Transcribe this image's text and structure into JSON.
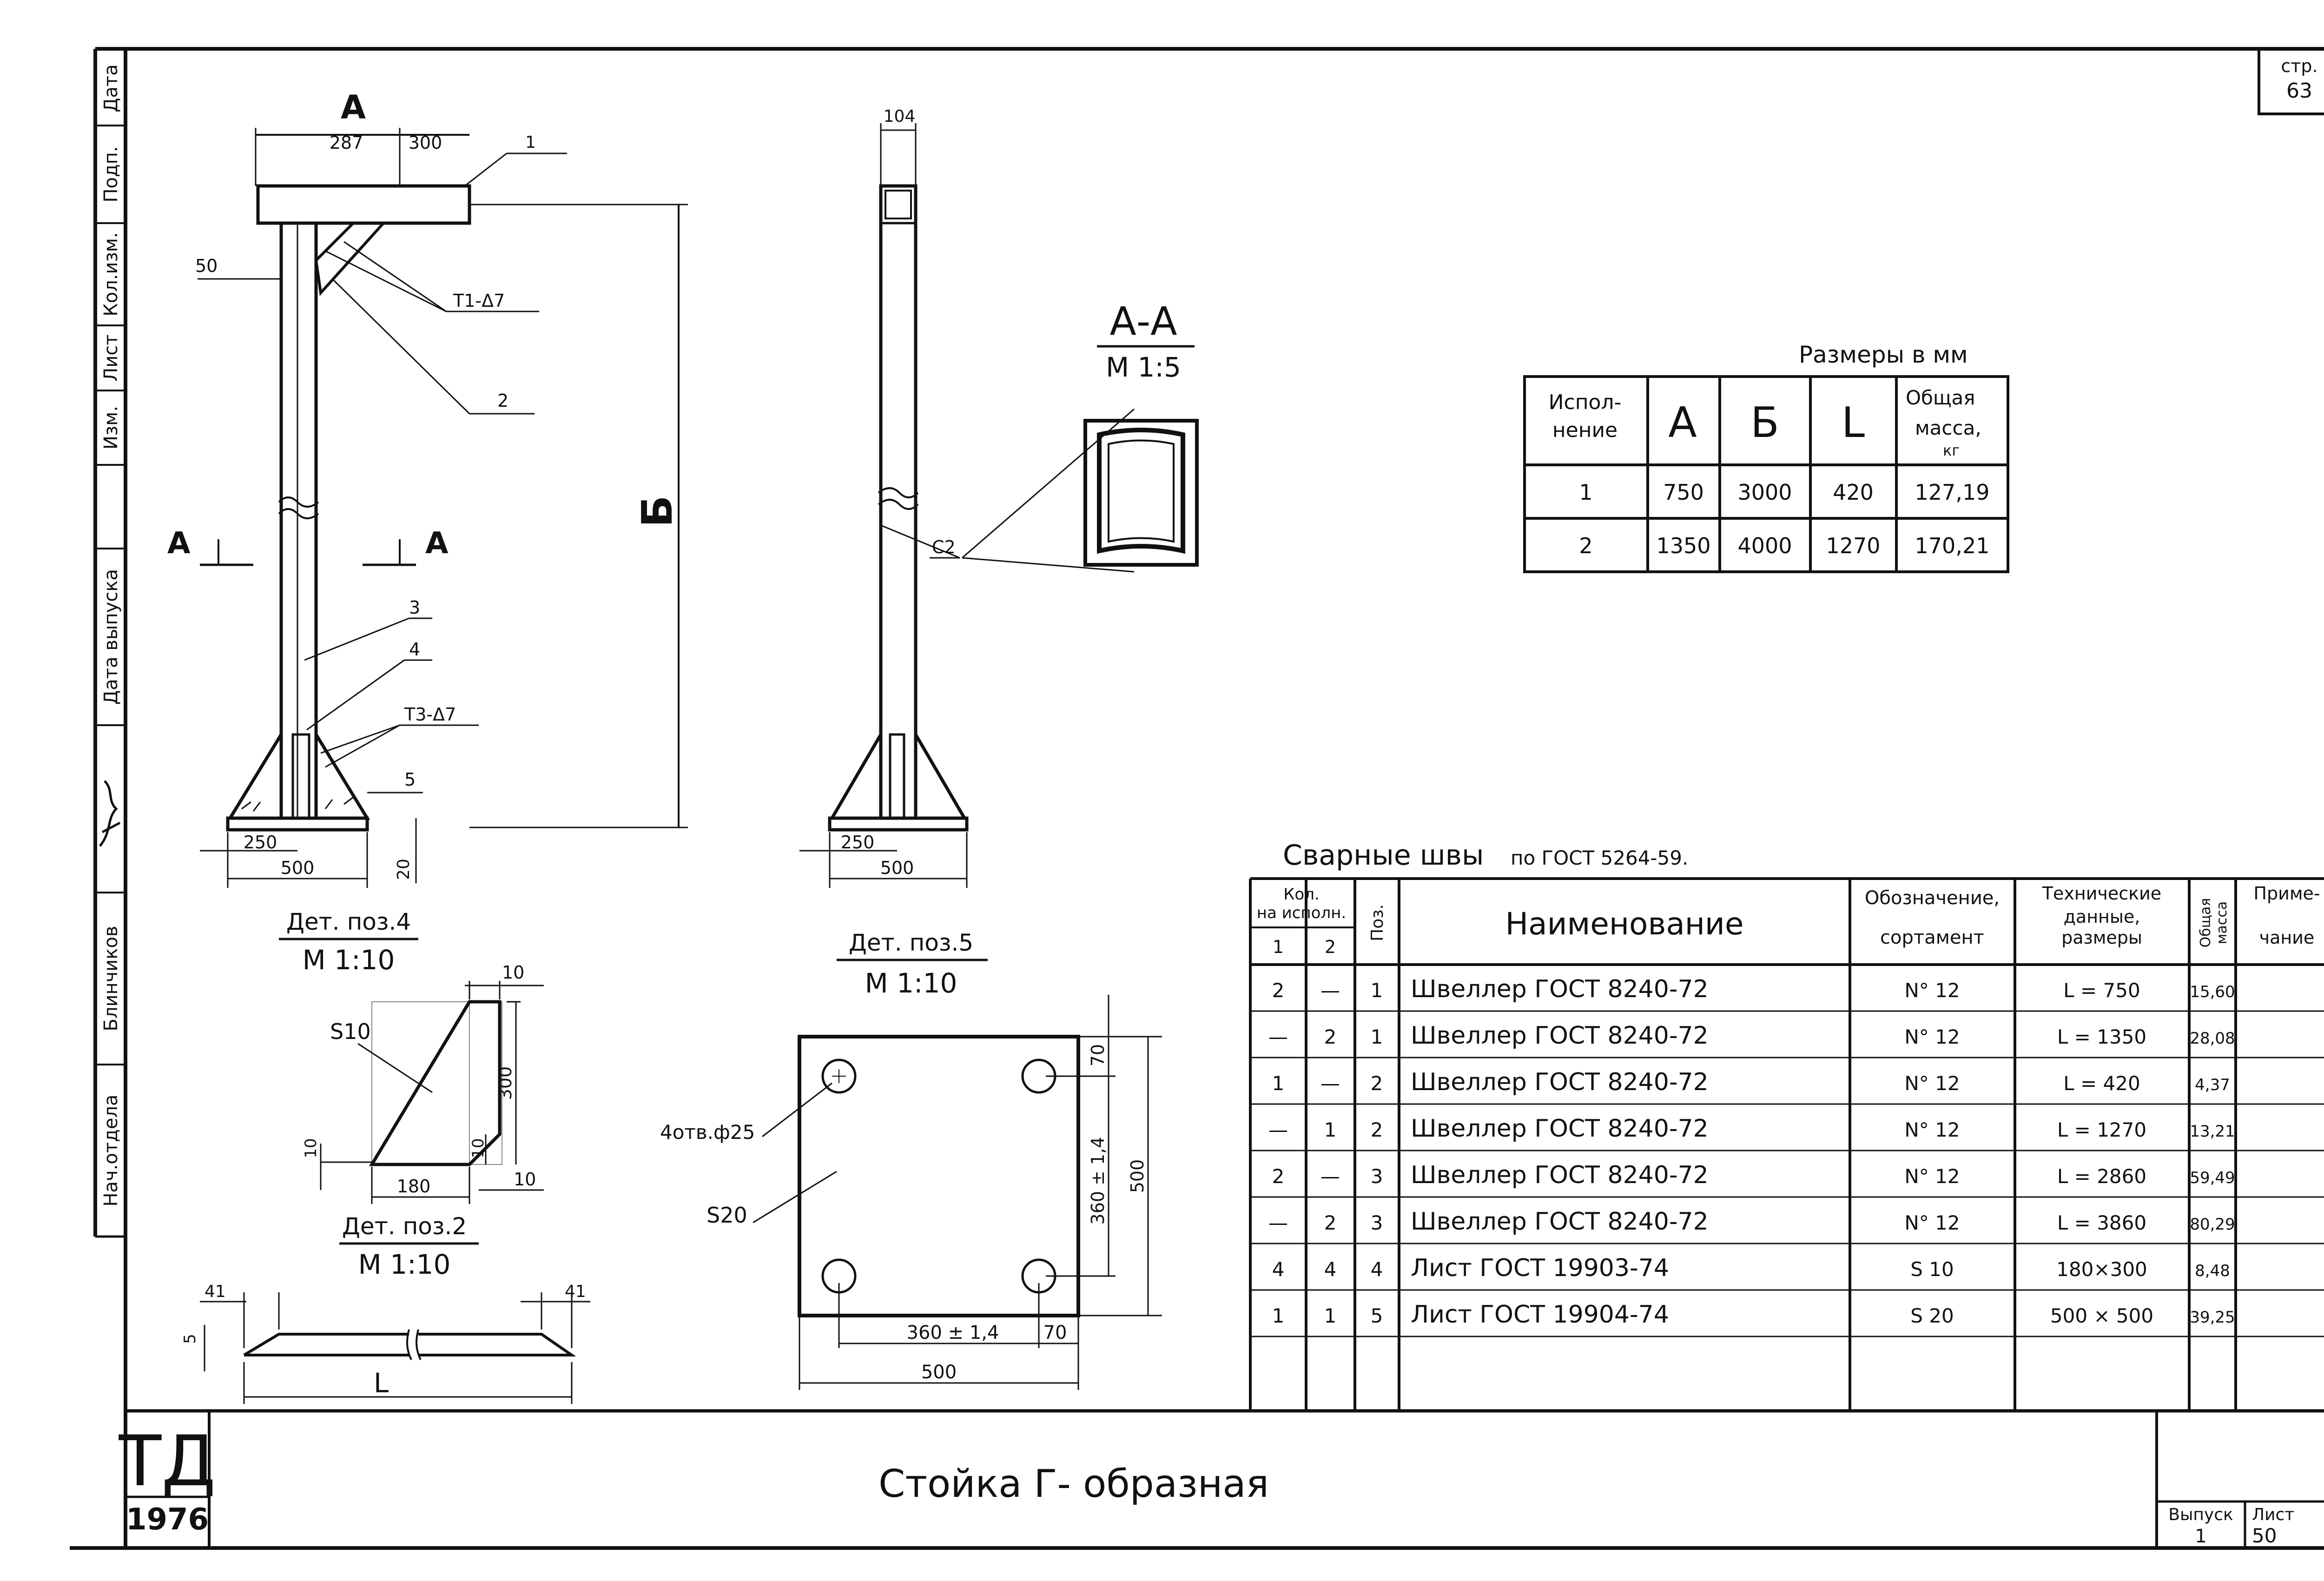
{
  "sheet": {
    "page_label": "стр.",
    "page_no": "63",
    "stamp": "ТД",
    "year": "1976",
    "title": "Стойка Г- образная",
    "issue_label": "Выпуск",
    "issue_no": "1",
    "sheet_label": "Лист",
    "sheet_no": "50"
  },
  "side_strip": [
    "Дата",
    "Подп.",
    "Кол.изм.",
    "Лист",
    "Изм.",
    "Дата выпуска",
    "Блинчиков",
    "Нач.отдела"
  ],
  "main_view": {
    "top_section": "A",
    "dim_287": "287",
    "dim_300": "300",
    "dim_50": "50",
    "weld_T1": "Т1-Δ7",
    "weld_T3": "Т3-Δ7",
    "pos1": "1",
    "pos2": "2",
    "pos3": "3",
    "pos4": "4",
    "pos5": "5",
    "section_left": "A",
    "section_right": "A",
    "height_label": "Б",
    "dim_250": "250",
    "dim_500": "500",
    "dim_20": "20"
  },
  "side_view": {
    "dim_104": "104",
    "weld_c2": "С2",
    "dim_250": "250",
    "dim_500": "500"
  },
  "section_aa": {
    "title": "А-А",
    "scale": "М 1:5"
  },
  "det4": {
    "title": "Дет. поз.4",
    "scale": "М 1:10",
    "s10": "S10",
    "dim_10a": "10",
    "dim_300": "300",
    "dim_10b": "10",
    "dim_10c": "10",
    "dim_180": "180",
    "dim_10d": "10"
  },
  "det2": {
    "title": "Дет. поз.2",
    "scale": "М 1:10",
    "dim_41a": "41",
    "dim_41b": "41",
    "dim_5": "5",
    "length": "L"
  },
  "det5": {
    "title": "Дет. поз.5",
    "scale": "М 1:10",
    "holes": "4отв.ф25",
    "s20": "S20",
    "dim_70_top": "70",
    "dim_360v": "360 ± 1,4",
    "dim_500v": "500",
    "dim_360h": "360 ± 1,4",
    "dim_70_bottom": "70",
    "dim_500h": "500"
  },
  "dims_table": {
    "caption": "Размеры в мм",
    "headers": [
      "Испол-\nнение",
      "А",
      "Б",
      "L",
      "Общая\nмасса,\nкг"
    ],
    "rows": [
      [
        "1",
        "750",
        "3000",
        "420",
        "127,19"
      ],
      [
        "2",
        "1350",
        "4000",
        "1270",
        "170,21"
      ]
    ]
  },
  "welds_note": {
    "title": "Сварные швы",
    "ref": "по ГОСТ 5264-59."
  },
  "spec_table": {
    "h_qty": "Кол.\nна исполн.",
    "h_q1": "1",
    "h_q2": "2",
    "h_pos": "Поз.",
    "h_name": "Наименование",
    "h_desig": "Обозначение,\nсортамент",
    "h_tech": "Технические\nданные,\nразмеры",
    "h_mass": "Общая\nмасса",
    "h_note": "Приме-\nчание",
    "rows": [
      [
        "2",
        "—",
        "1",
        "Швеллер ГОСТ 8240-72",
        "N° 12",
        "L = 750",
        "15,60"
      ],
      [
        "—",
        "2",
        "1",
        "Швеллер ГОСТ 8240-72",
        "N° 12",
        "L = 1350",
        "28,08"
      ],
      [
        "1",
        "—",
        "2",
        "Швеллер ГОСТ 8240-72",
        "N° 12",
        "L = 420",
        "4,37"
      ],
      [
        "—",
        "1",
        "2",
        "Швеллер ГОСТ 8240-72",
        "N° 12",
        "L = 1270",
        "13,21"
      ],
      [
        "2",
        "—",
        "3",
        "Швеллер ГОСТ 8240-72",
        "N° 12",
        "L = 2860",
        "59,49"
      ],
      [
        "—",
        "2",
        "3",
        "Швеллер ГОСТ 8240-72",
        "N° 12",
        "L = 3860",
        "80,29"
      ],
      [
        "4",
        "4",
        "4",
        "Лист     ГОСТ 19903-74",
        "S  10",
        "180×300",
        "8,48"
      ],
      [
        "1",
        "1",
        "5",
        "Лист     ГОСТ 19904-74",
        "S  20",
        "500 × 500",
        "39,25"
      ]
    ]
  }
}
